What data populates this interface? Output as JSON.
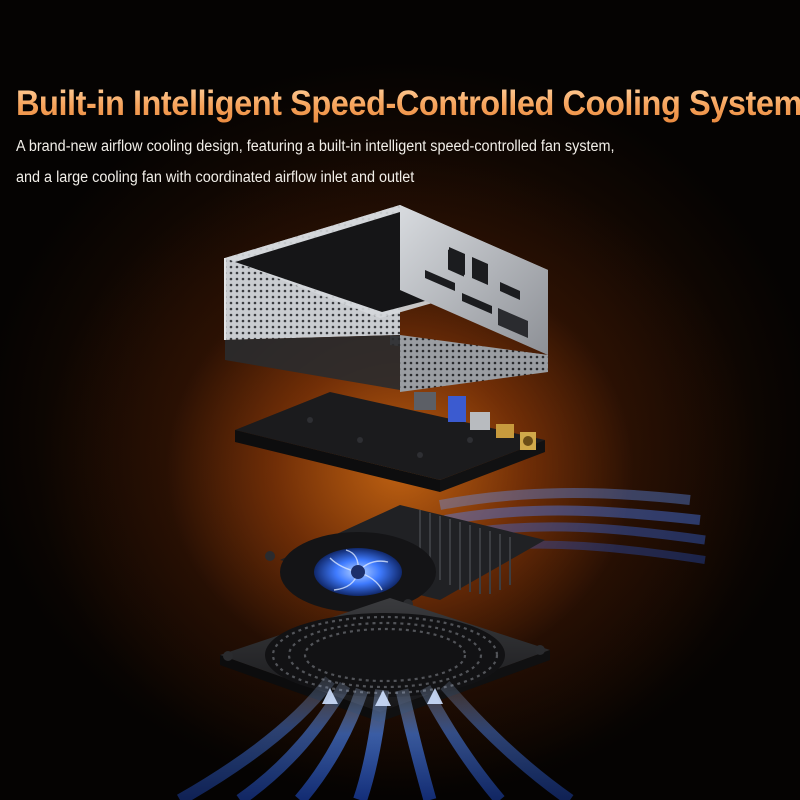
{
  "headline": "Built-in Intelligent Speed-Controlled Cooling System",
  "subtitle_lines": [
    "A brand-new airflow cooling design, featuring a built-in intelligent speed-controlled fan system,",
    "and a large cooling fan with coordinated airflow inlet and outlet"
  ],
  "colors": {
    "background": "#050302",
    "glow": "#d66e14",
    "headline_gradient_top": "#ffd2a0",
    "headline_gradient_bottom": "#e8893e",
    "chassis_silver": "#b9bcc0",
    "airflow_blue": "#3f7bff"
  }
}
